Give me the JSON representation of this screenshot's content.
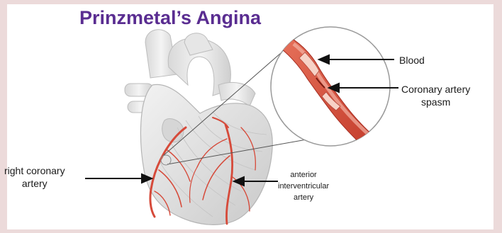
{
  "title": "Prinzmetal’s Angina",
  "labels": {
    "blood": "Blood",
    "spasm_line1": "Coronary artery",
    "spasm_line2": "spasm",
    "rca_line1": "right coronary",
    "rca_line2": "artery",
    "aia_line1": "anterior",
    "aia_line2": "interventricular",
    "aia_line3": "artery"
  },
  "colors": {
    "title": "#5a2d91",
    "artery": "#d64a3a",
    "heart": "#e2e2e2",
    "background": "#ecdada"
  }
}
